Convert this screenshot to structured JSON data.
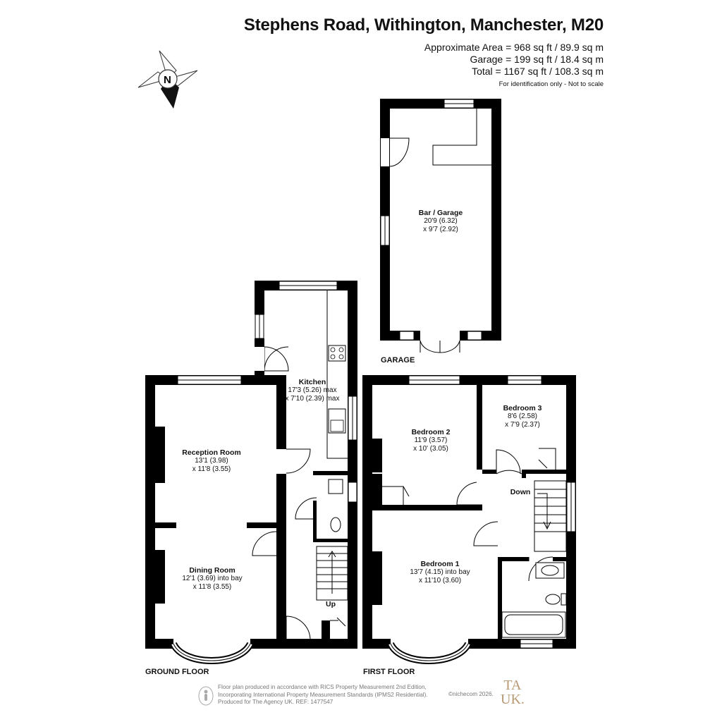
{
  "header": {
    "title": "Stephens Road, Withington, Manchester, M20",
    "area_lines": [
      "Approximate Area = 968 sq ft / 89.9 sq m",
      "Garage = 199 sq ft / 18.4 sq m",
      "Total = 1167 sq ft / 108.3 sq m"
    ],
    "disclaimer": "For identification only - Not to scale"
  },
  "compass": {
    "letter": "N",
    "icon": "north-arrow-icon"
  },
  "rooms": [
    {
      "name": "Kitchen",
      "dims": [
        "17'3 (5.26) max",
        "x 7'10 (2.39) max"
      ]
    },
    {
      "name": "Reception Room",
      "dims": [
        "13'1 (3.98)",
        "x 11'8 (3.55)"
      ]
    },
    {
      "name": "Dining Room",
      "dims": [
        "12'1 (3.69) into bay",
        "x 11'8 (3.55)"
      ]
    },
    {
      "name": "Bar / Garage",
      "dims": [
        "20'9 (6.32)",
        "x 9'7 (2.92)"
      ]
    },
    {
      "name": "Bedroom 2",
      "dims": [
        "11'9 (3.57)",
        "x 10' (3.05)"
      ]
    },
    {
      "name": "Bedroom 3",
      "dims": [
        "8'6 (2.58)",
        "x 7'9 (2.37)"
      ]
    },
    {
      "name": "Bedroom 1",
      "dims": [
        "13'7 (4.15) into bay",
        "x 11'10 (3.60)"
      ]
    }
  ],
  "stair_labels": {
    "up": "Up",
    "down": "Down"
  },
  "floors": {
    "ground": "GROUND FLOOR",
    "first": "FIRST FLOOR",
    "garage": "GARAGE"
  },
  "footer": {
    "lines": [
      "Floor plan produced in accordance with RICS Property Measurement 2nd Edition,",
      "Incorporating International Property Measurement Standards (IPMS2 Residential).",
      "Produced for The Agency UK.   REF:  1477547"
    ],
    "copyright": "©nichecom 2026.",
    "logo_line1": "TA",
    "logo_line2": "UK."
  },
  "colors": {
    "wall": "#000000",
    "logo": "#b89a73",
    "footer_text": "#777777"
  }
}
